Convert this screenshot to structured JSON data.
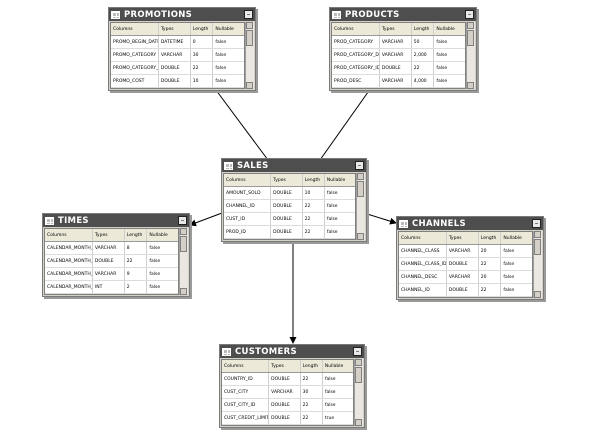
{
  "tables": {
    "promotions": {
      "title": "PROMOTIONS",
      "headers": [
        "Columns",
        "Types",
        "Length",
        "Nullable"
      ],
      "rows": [
        [
          "PROMO_BEGIN_DATE",
          "DATETIME",
          "0",
          "false"
        ],
        [
          "PROMO_CATEGORY",
          "VARCHAR",
          "30",
          "false"
        ],
        [
          "PROMO_CATEGORY_ID",
          "DOUBLE",
          "22",
          "false"
        ],
        [
          "PROMO_COST",
          "DOUBLE",
          "10",
          "false"
        ]
      ]
    },
    "products": {
      "title": "PRODUCTS",
      "headers": [
        "Columns",
        "Types",
        "Length",
        "Nullable"
      ],
      "rows": [
        [
          "PROD_CATEGORY",
          "VARCHAR",
          "50",
          "false"
        ],
        [
          "PROD_CATEGORY_DE...",
          "VARCHAR",
          "2,000",
          "false"
        ],
        [
          "PROD_CATEGORY_ID",
          "DOUBLE",
          "22",
          "false"
        ],
        [
          "PROD_DESC",
          "VARCHAR",
          "4,000",
          "false"
        ]
      ]
    },
    "sales": {
      "title": "SALES",
      "headers": [
        "Columns",
        "Types",
        "Length",
        "Nullable"
      ],
      "rows": [
        [
          "AMOUNT_SOLD",
          "DOUBLE",
          "10",
          "false"
        ],
        [
          "CHANNEL_ID",
          "DOUBLE",
          "22",
          "false"
        ],
        [
          "CUST_ID",
          "DOUBLE",
          "22",
          "false"
        ],
        [
          "PROD_ID",
          "DOUBLE",
          "22",
          "false"
        ]
      ]
    },
    "times": {
      "title": "TIMES",
      "headers": [
        "Columns",
        "Types",
        "Length",
        "Nullable"
      ],
      "rows": [
        [
          "CALENDAR_MONTH_...",
          "VARCHAR",
          "8",
          "false"
        ],
        [
          "CALENDAR_MONTH_ID",
          "DOUBLE",
          "22",
          "false"
        ],
        [
          "CALENDAR_MONTH_...",
          "VARCHAR",
          "9",
          "false"
        ],
        [
          "CALENDAR_MONTH_...",
          "INT",
          "2",
          "false"
        ]
      ]
    },
    "channels": {
      "title": "CHANNELS",
      "headers": [
        "Columns",
        "Types",
        "Length",
        "Nullable"
      ],
      "rows": [
        [
          "CHANNEL_CLASS",
          "VARCHAR",
          "20",
          "false"
        ],
        [
          "CHANNEL_CLASS_ID",
          "DOUBLE",
          "22",
          "false"
        ],
        [
          "CHANNEL_DESC",
          "VARCHAR",
          "20",
          "false"
        ],
        [
          "CHANNEL_ID",
          "DOUBLE",
          "22",
          "false"
        ]
      ]
    },
    "customers": {
      "title": "CUSTOMERS",
      "headers": [
        "Columns",
        "Types",
        "Length",
        "Nullable"
      ],
      "rows": [
        [
          "COUNTRY_ID",
          "DOUBLE",
          "22",
          "false"
        ],
        [
          "CUST_CITY",
          "VARCHAR",
          "30",
          "false"
        ],
        [
          "CUST_CITY_ID",
          "DOUBLE",
          "22",
          "false"
        ],
        [
          "CUST_CREDIT_LIMIT",
          "DOUBLE",
          "22",
          "true"
        ]
      ]
    }
  },
  "icons": {
    "table": "table-icon",
    "collapse": "collapse-icon"
  },
  "colors": {
    "title_bar": "#4e4e4e",
    "frame": "#d4d0c8",
    "connector": "#000000"
  }
}
